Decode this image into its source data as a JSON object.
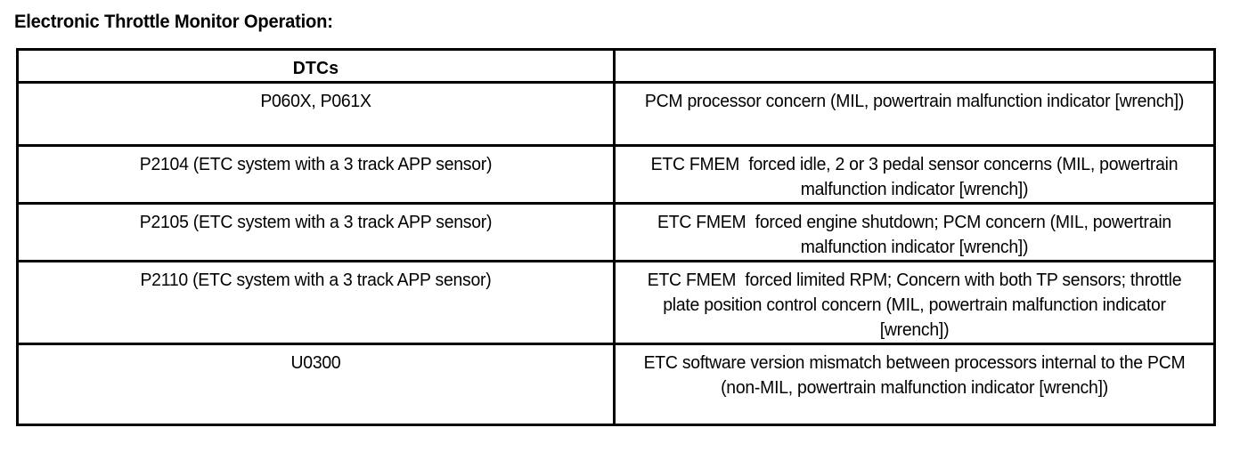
{
  "document": {
    "title": "Electronic Throttle Monitor Operation:"
  },
  "table": {
    "columns": [
      {
        "header": "DTCs"
      },
      {
        "header": ""
      }
    ],
    "rows": [
      {
        "dtc": "P060X, P061X",
        "description": "PCM processor concern (MIL, powertrain malfunction indicator [wrench])"
      },
      {
        "dtc": "P2104 (ETC system with a 3 track APP sensor)",
        "description": "ETC FMEM  forced idle, 2 or 3 pedal sensor concerns (MIL, powertrain malfunction indicator [wrench])"
      },
      {
        "dtc": "P2105 (ETC system with a 3 track APP sensor)",
        "description": "ETC FMEM  forced engine shutdown; PCM concern (MIL, powertrain malfunction indicator [wrench])"
      },
      {
        "dtc": "P2110 (ETC system with a 3 track APP sensor)",
        "description": "ETC FMEM  forced limited RPM; Concern with both TP sensors; throttle plate position control concern (MIL, powertrain malfunction indicator [wrench])"
      },
      {
        "dtc": "U0300",
        "description": "ETC software version mismatch between processors internal to the PCM (non-MIL, powertrain malfunction indicator [wrench])"
      }
    ]
  },
  "colors": {
    "background": "#ffffff",
    "text": "#000000",
    "border": "#000000"
  }
}
